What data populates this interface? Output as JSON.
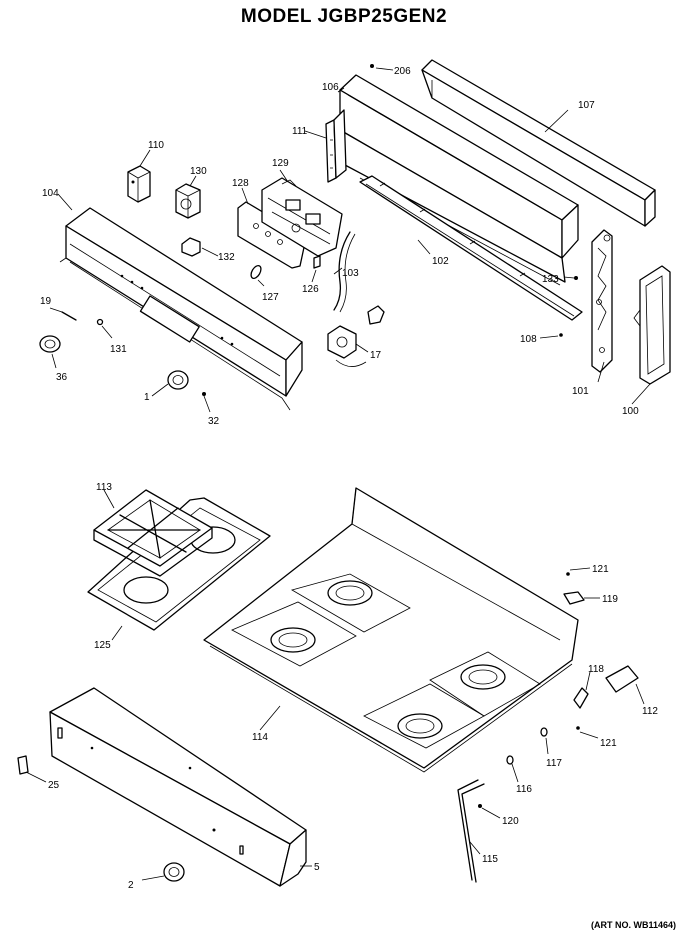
{
  "title": "MODEL JGBP25GEN2",
  "art_number": "(ART NO. WB11464)",
  "parts": {
    "p206": "206",
    "p106": "106",
    "p107": "107",
    "p111": "111",
    "p110": "110",
    "p130": "130",
    "p129": "129",
    "p128": "128",
    "p104": "104",
    "p132": "132",
    "p102": "102",
    "p103": "103",
    "p133": "133",
    "p127": "127",
    "p126": "126",
    "p19": "19",
    "p131": "131",
    "p108": "108",
    "p17": "17",
    "p36": "36",
    "p1": "1",
    "p32": "32",
    "p101": "101",
    "p100": "100",
    "p113": "113",
    "p121a": "121",
    "p119": "119",
    "p125": "125",
    "p118": "118",
    "p112": "112",
    "p114": "114",
    "p121b": "121",
    "p117": "117",
    "p25": "25",
    "p116": "116",
    "p120": "120",
    "p115": "115",
    "p2": "2",
    "p5": "5"
  }
}
